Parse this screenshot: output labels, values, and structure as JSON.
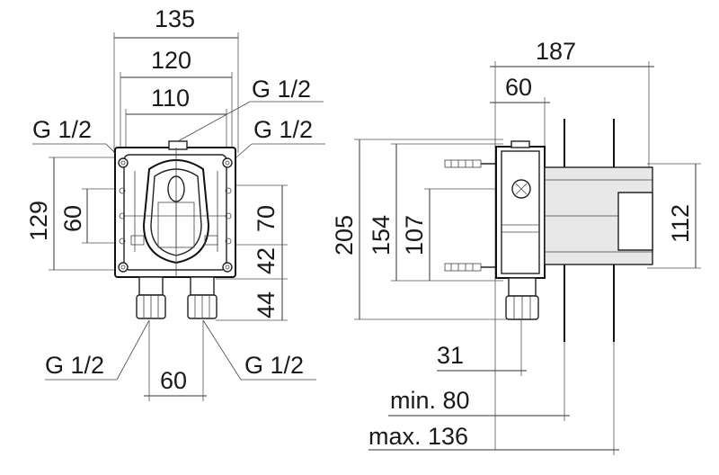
{
  "labels": {
    "front_width_overall": "135",
    "front_width_mid": "120",
    "front_width_inner": "110",
    "thread_top_center": "G 1/2",
    "thread_top_left": "G 1/2",
    "thread_top_right": "G 1/2",
    "front_height_total": "129",
    "front_height_inner": "60",
    "front_height_right": "70",
    "front_lower_a": "42",
    "front_lower_b": "44",
    "thread_bottom_left": "G 1/2",
    "thread_bottom_right": "G 1/2",
    "outlet_spacing": "60",
    "side_depth_overall": "187",
    "side_depth_body": "60",
    "side_height_total": "205",
    "side_height_mid": "154",
    "side_height_inner": "107",
    "side_height_right": "112",
    "side_offset": "31",
    "wall_min": "min. 80",
    "wall_max": "max. 136"
  },
  "colors": {
    "line": "#1a1a1a",
    "background": "#ffffff",
    "shade": "#e8e8e8"
  }
}
